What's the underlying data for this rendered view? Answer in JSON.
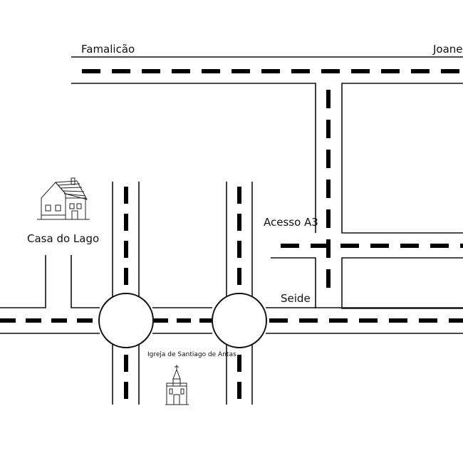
{
  "labels": {
    "famalicao": "Famalicão",
    "joane": "Joane",
    "acesso": "Acesso A3",
    "seide": "Seide",
    "casa": "Casa do Lago",
    "igreja": "Igreja de Santiago de Antas"
  },
  "icons": {
    "house": "house-icon",
    "church": "church-icon"
  },
  "colors": {
    "ink": "#111111",
    "paper": "#ffffff"
  }
}
